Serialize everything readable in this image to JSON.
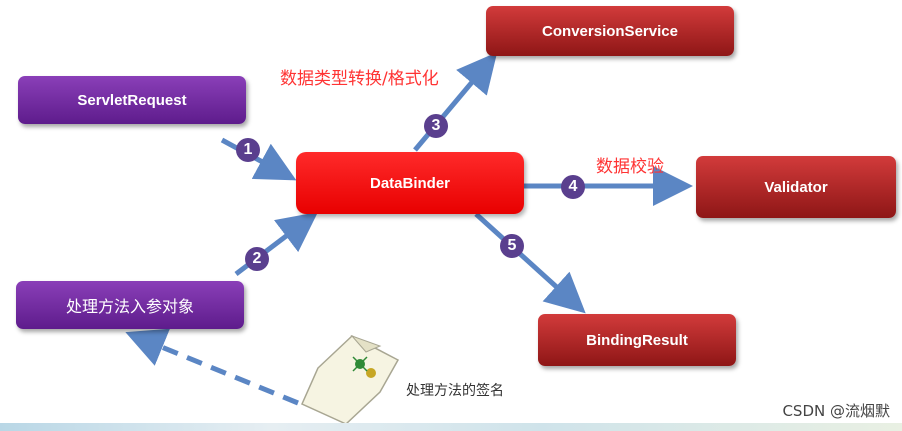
{
  "nodes": {
    "servlet_request": "ServletRequest",
    "handler_params": "处理方法入参对象",
    "data_binder": "DataBinder",
    "conversion_service": "ConversionService",
    "validator": "Validator",
    "binding_result": "BindingResult"
  },
  "edge_labels": {
    "conversion": "数据类型转换/格式化",
    "validation": "数据校验"
  },
  "step_numbers": [
    "1",
    "2",
    "3",
    "4",
    "5"
  ],
  "document_label": "处理方法的签名",
  "watermark": "CSDN @流烟默",
  "colors": {
    "purple_node": "#6e2a9e",
    "binder_red": "#ff0000",
    "dark_red_node": "#b02424",
    "arrow_blue": "#5b86c4",
    "step_circle": "#5a3f8e",
    "label_red": "#ff3333"
  }
}
